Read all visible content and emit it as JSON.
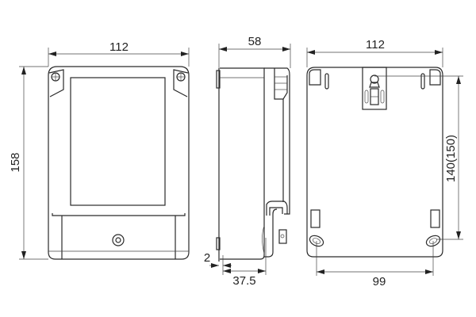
{
  "dimensions": {
    "front_width": "112",
    "front_height": "158",
    "side_depth": "58",
    "side_wall": "2",
    "side_offset": "37.5",
    "back_width": "112",
    "mount_height": "140(150)",
    "mount_spacing": "99"
  },
  "colors": {
    "line": "#2a2a2a",
    "background": "#ffffff"
  }
}
